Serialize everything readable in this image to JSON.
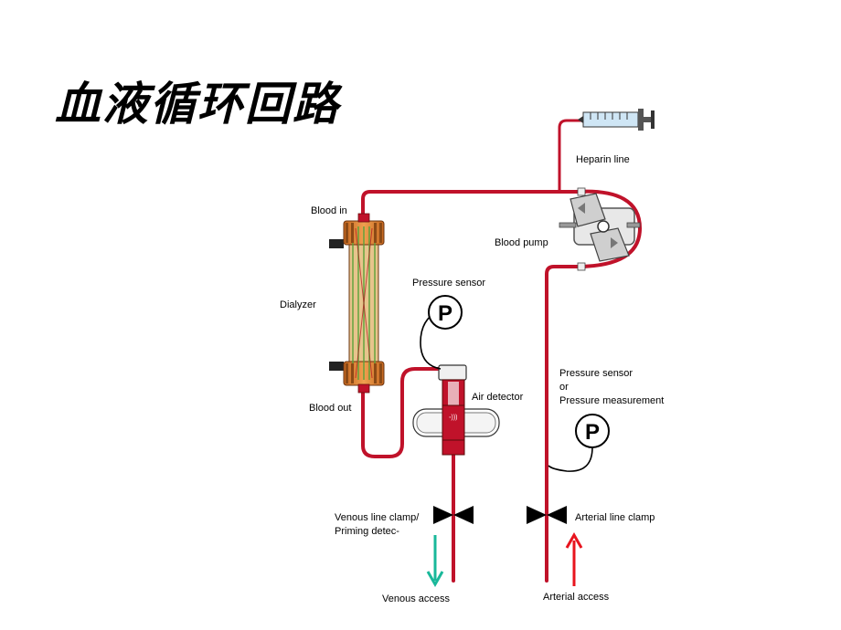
{
  "title": "血液循环回路",
  "labels": {
    "heparin_line": "Heparin line",
    "blood_in": "Blood in",
    "blood_pump": "Blood pump",
    "dialyzer": "Dialyzer",
    "pressure_sensor_venous": "Pressure sensor",
    "air_detector": "Air detector",
    "blood_out": "Blood out",
    "pressure_sensor_arterial_1": "Pressure sensor",
    "pressure_sensor_arterial_2": "or",
    "pressure_sensor_arterial_3": "Pressure measurement",
    "venous_clamp_1": "Venous line clamp/",
    "venous_clamp_2": "Priming detec-",
    "arterial_clamp": "Arterial line clamp",
    "venous_access": "Venous access",
    "arterial_access": "Arterial access",
    "p_symbol": "P"
  },
  "colors": {
    "blood": "#c0122a",
    "venous_arrow": "#19b89a",
    "arterial_arrow": "#e8141e",
    "dialyzer_fiber": "#5aa23a",
    "dialyzer_body": "#e07a2a"
  }
}
